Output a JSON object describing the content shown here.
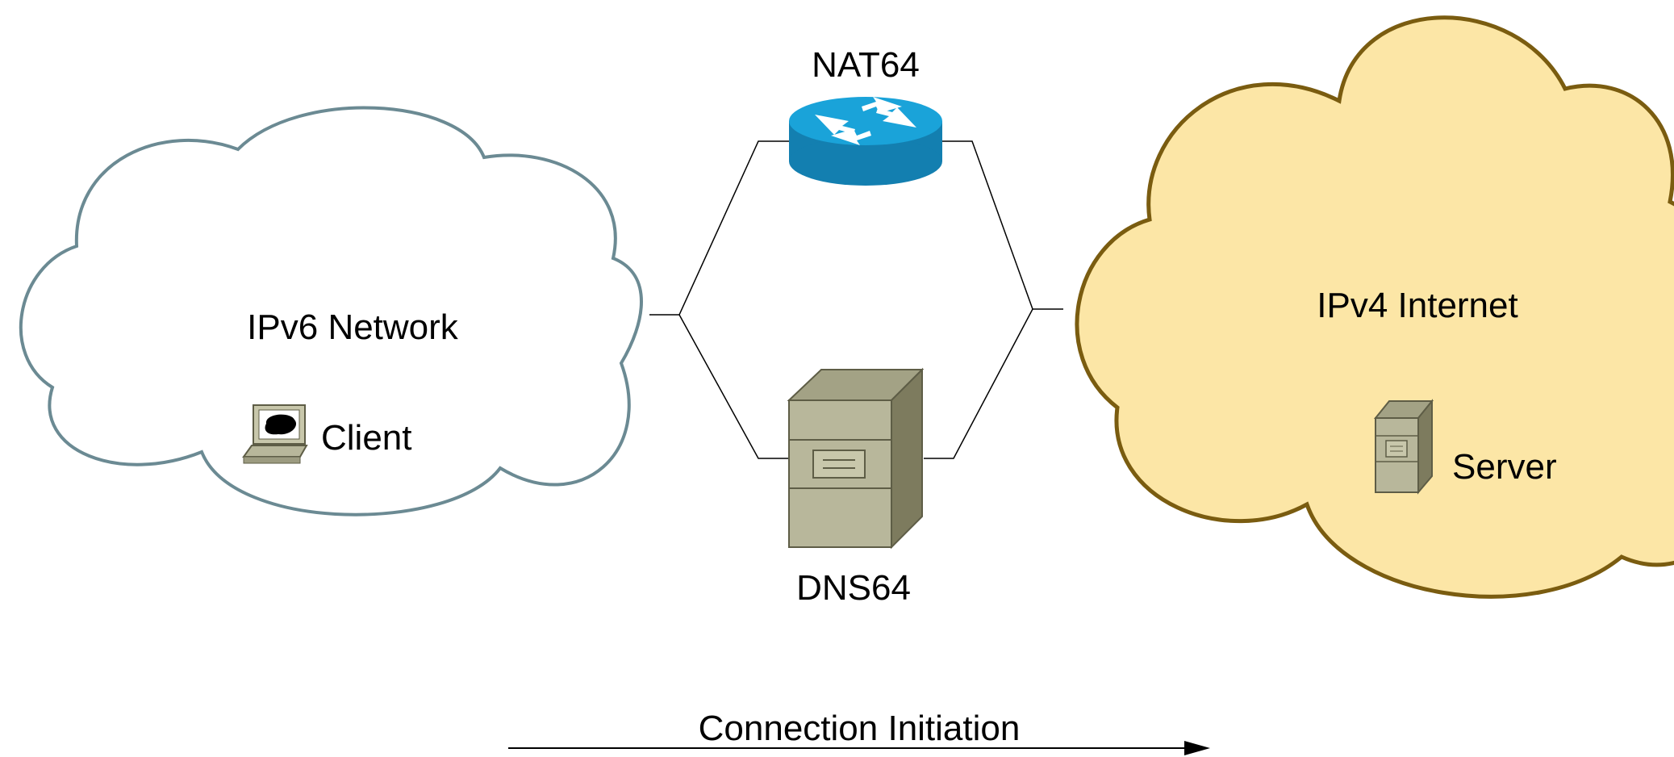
{
  "nodes": {
    "ipv6_network": {
      "label": "IPv6 Network"
    },
    "client": {
      "label": "Client"
    },
    "nat64": {
      "label": "NAT64"
    },
    "dns64": {
      "label": "DNS64"
    },
    "ipv4_internet": {
      "label": "IPv4 Internet"
    },
    "server": {
      "label": "Server"
    }
  },
  "arrow": {
    "label": "Connection Initiation"
  },
  "colors": {
    "ipv6_cloud_stroke": "#6b8a93",
    "ipv4_cloud_fill": "#fce6a6",
    "ipv4_cloud_stroke": "#7a5c10",
    "router_blue": "#1aa3d9",
    "router_dark": "#137fb0",
    "server_face": "#b8b79b",
    "server_side": "#7d7b5e",
    "server_top": "#a3a285"
  },
  "icons": [
    "cloud-icon",
    "laptop-icon",
    "router-icon",
    "server-icon"
  ]
}
